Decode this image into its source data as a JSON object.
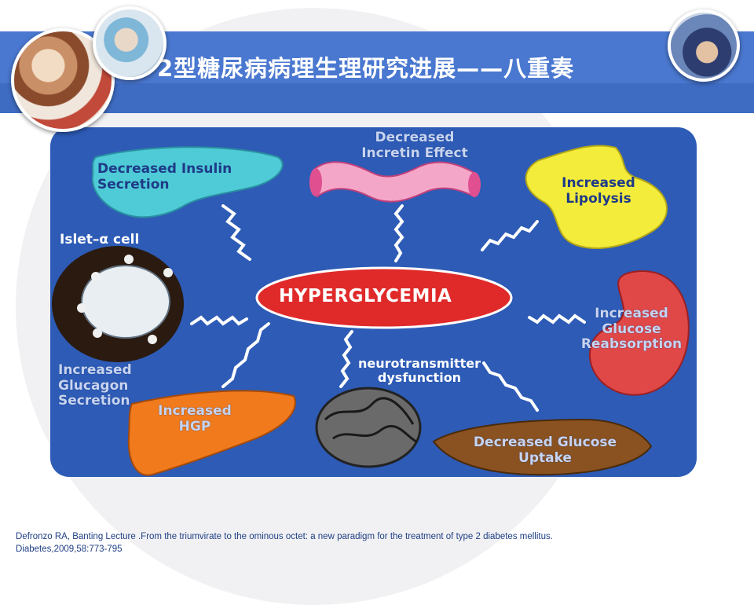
{
  "slide": {
    "title": "2型糖尿病病理生理研究进展——八重奏"
  },
  "diagram": {
    "center": "HYPERGLYCEMIA",
    "factors": {
      "insulin": "Decreased Insulin\nSecretion",
      "incretin": "Decreased\nIncretin Effect",
      "lipolysis": "Increased\nLipolysis",
      "islet": "Islet–α cell",
      "glucagon": "Increased\nGlucagon\nSecretion",
      "reabsorption": "Increased\nGlucose\nReabsorption",
      "hgp": "Increased\nHGP",
      "neuro": "neurotransmitter\ndysfunction",
      "uptake": "Decreased Glucose\nUptake"
    },
    "colors": {
      "panel": "#2d5bb6",
      "pancreas": "#4ecbd6",
      "intestine": "#f4a6c8",
      "fat": "#f3ec3a",
      "center": "#e02a2a",
      "kidney": "#e04848",
      "liver": "#f07a1c",
      "muscle": "#8a5220",
      "arrow": "#ffffff"
    }
  },
  "footer": {
    "citation": "Defronzo RA, Banting Lecture .From the triumvirate to the ominous octet: a new paradigm for the treatment of type 2 diabetes mellitus. Diabetes,2009,58:773-795"
  }
}
